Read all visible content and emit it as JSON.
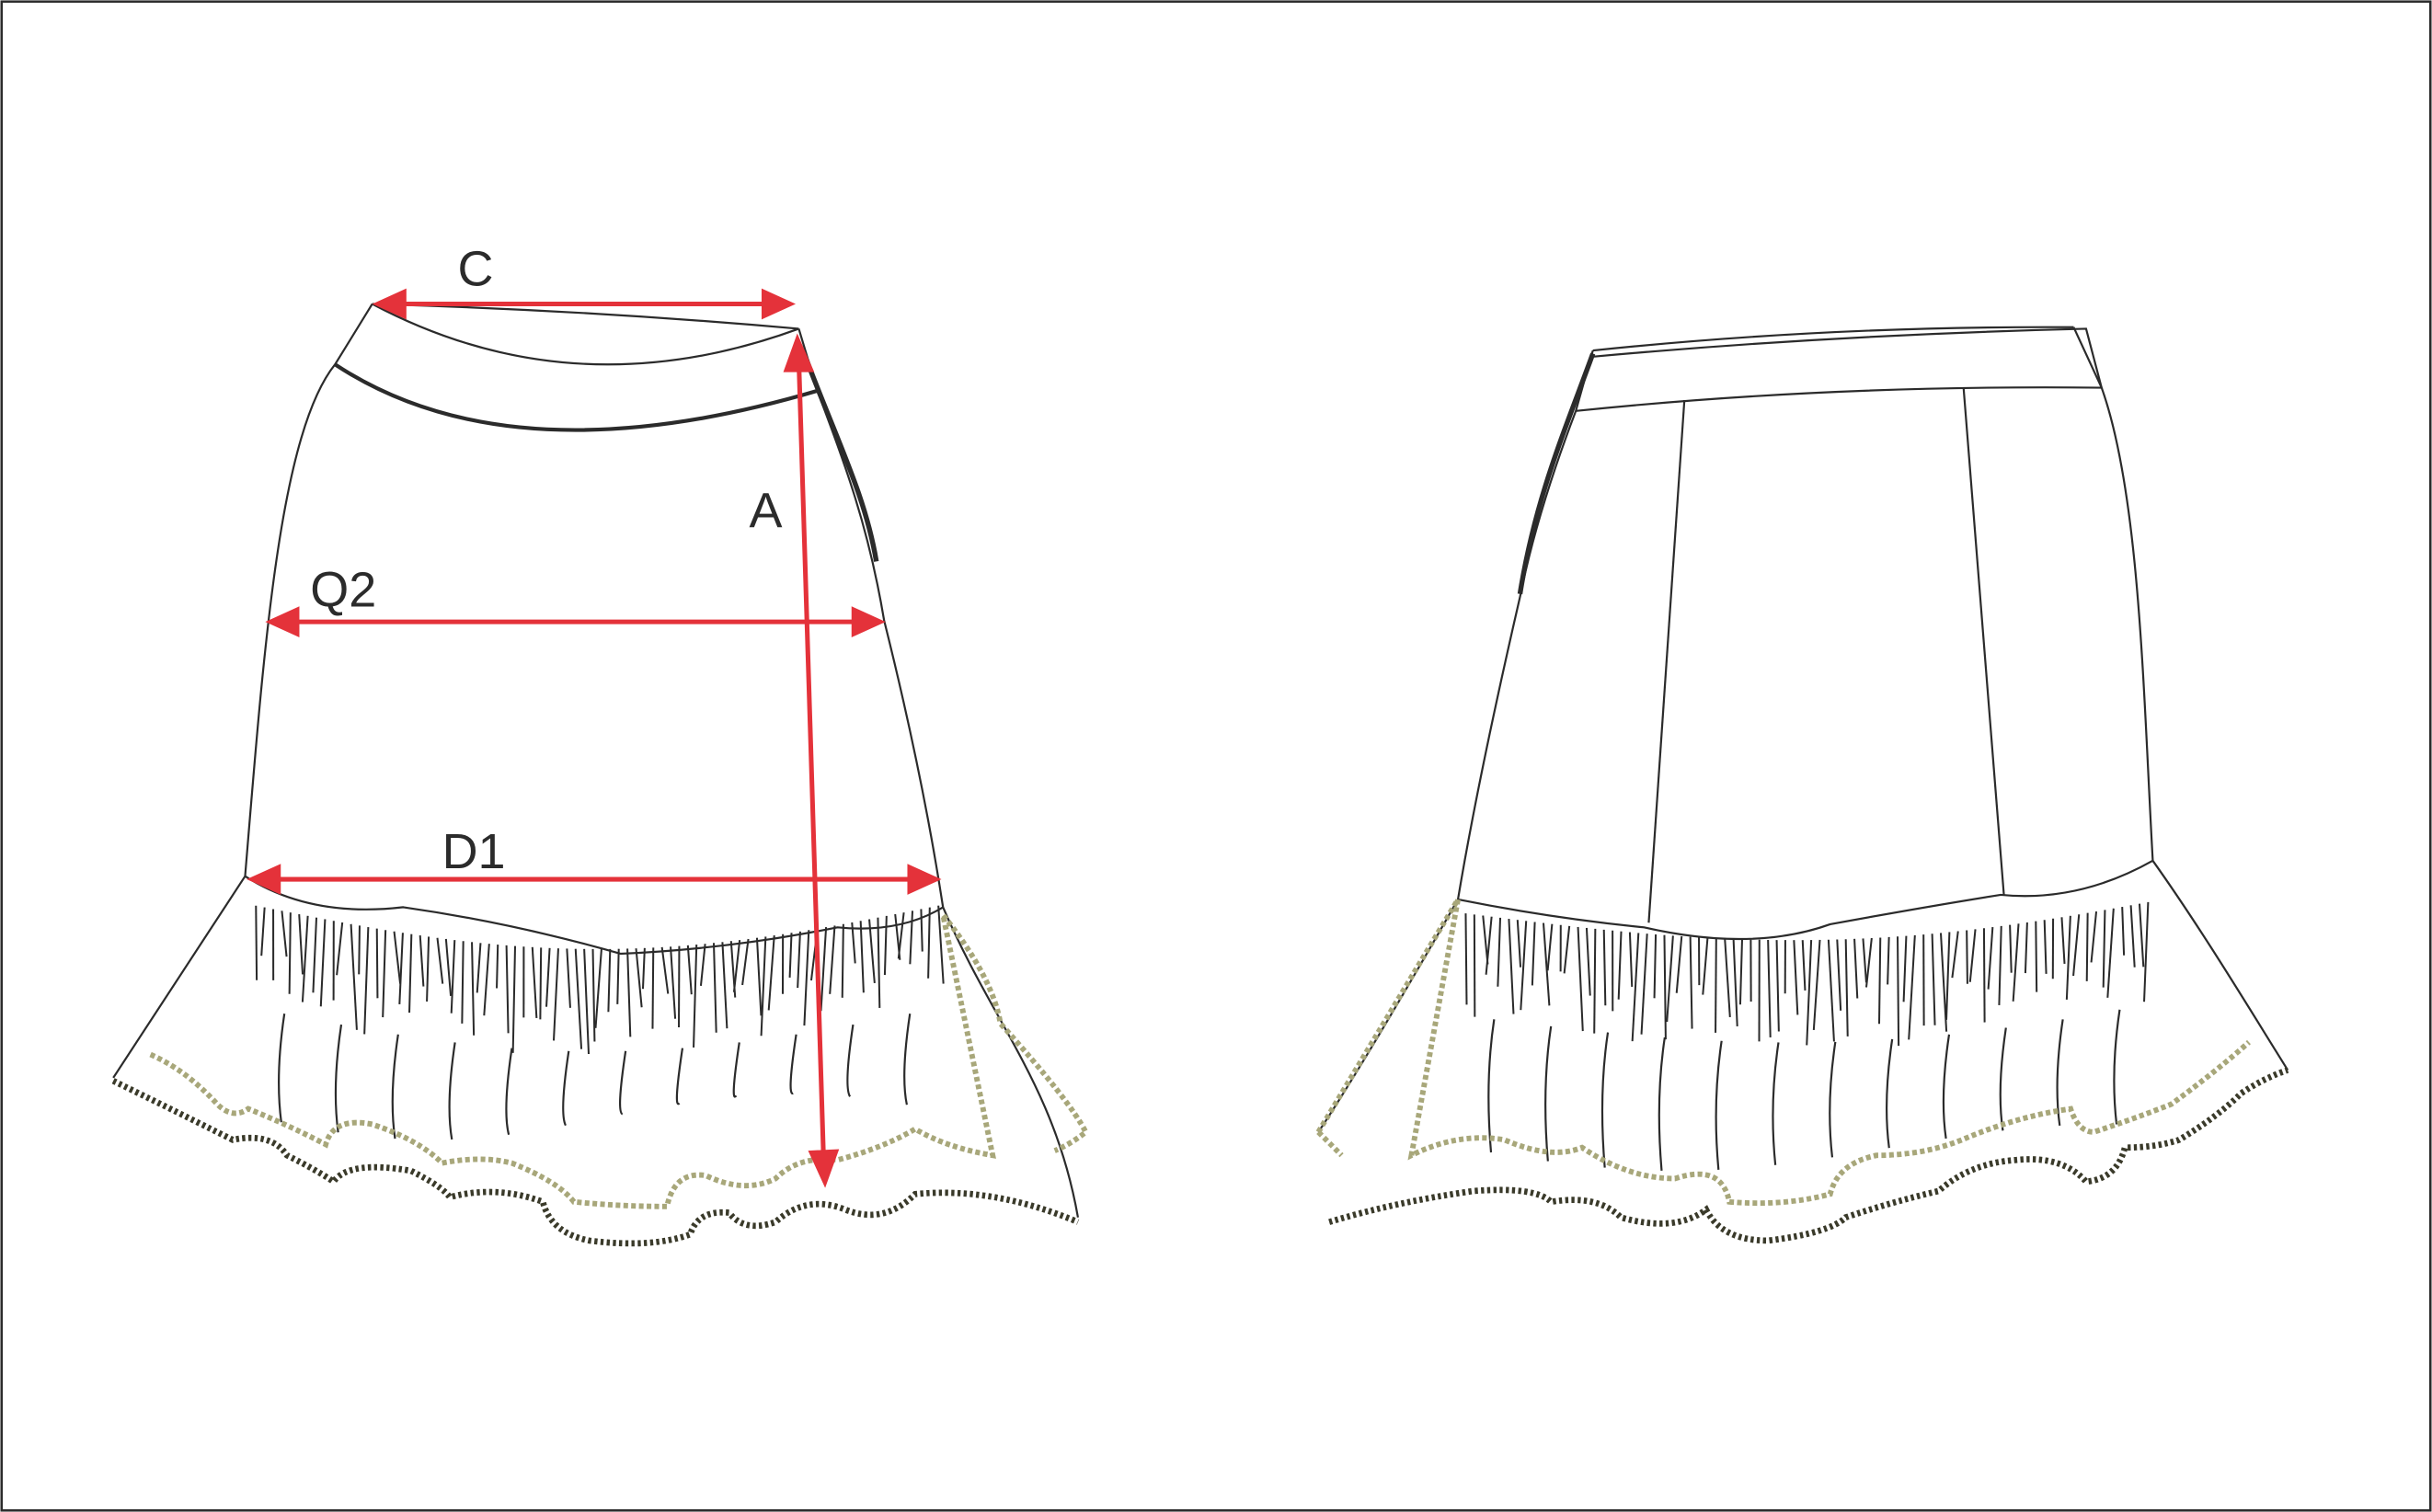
{
  "measurements": {
    "waist_width": "C",
    "length": "A",
    "hip_width": "Q2",
    "hem_width": "D1"
  },
  "colors": {
    "measure_line": "#e4323a",
    "outline": "#2b2b2b",
    "trim": "#a8a77a"
  },
  "views": [
    "front",
    "back"
  ]
}
